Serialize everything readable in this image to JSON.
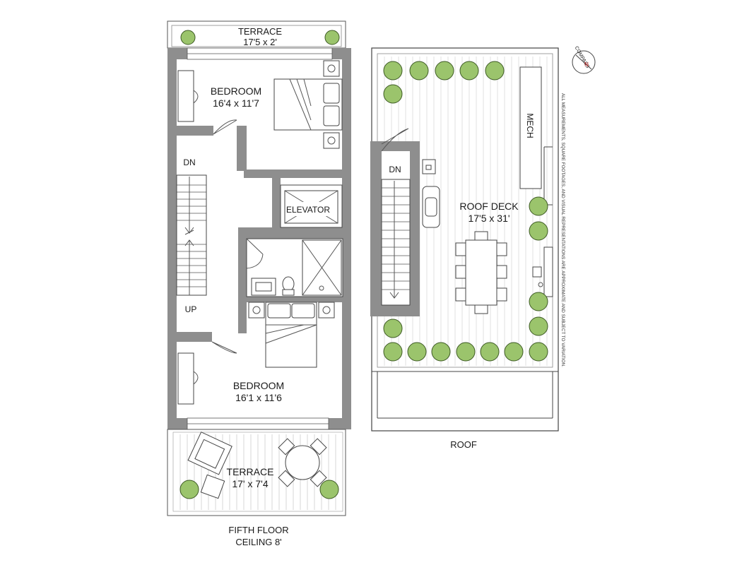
{
  "labels": {
    "terrace_top_name": "TERRACE",
    "terrace_top_dim": "17'5 x 2'",
    "bedroom1_name": "BEDROOM",
    "bedroom1_dim": "16'4 x 11'7",
    "dn_left": "DN",
    "up_left": "UP",
    "elevator": "ELEVATOR",
    "bedroom2_name": "BEDROOM",
    "bedroom2_dim": "16'1 x 11'6",
    "terrace_bottom_name": "TERRACE",
    "terrace_bottom_dim": "17' x 7'4",
    "fifth_floor_title": "FIFTH FLOOR",
    "fifth_floor_ceiling": "CEILING 8'",
    "roof_deck_name": "ROOF DECK",
    "roof_deck_dim": "17'5 x 31'",
    "mech": "MECH",
    "dn_right": "DN",
    "roof_title": "ROOF",
    "compass": "COMPASS",
    "compass_n": "N",
    "disclaimer": "ALL MEASUREMENTS, SQUARE FOOTAGES, AND VISUAL REPRESENTATIONS ARE APPROXIMATE AND SUBJECT TO VARIATION."
  },
  "colors": {
    "wall": "#8e8e8e",
    "plant": "#9bc46c",
    "plant_dark": "#3d5a24",
    "line": "#444444"
  }
}
